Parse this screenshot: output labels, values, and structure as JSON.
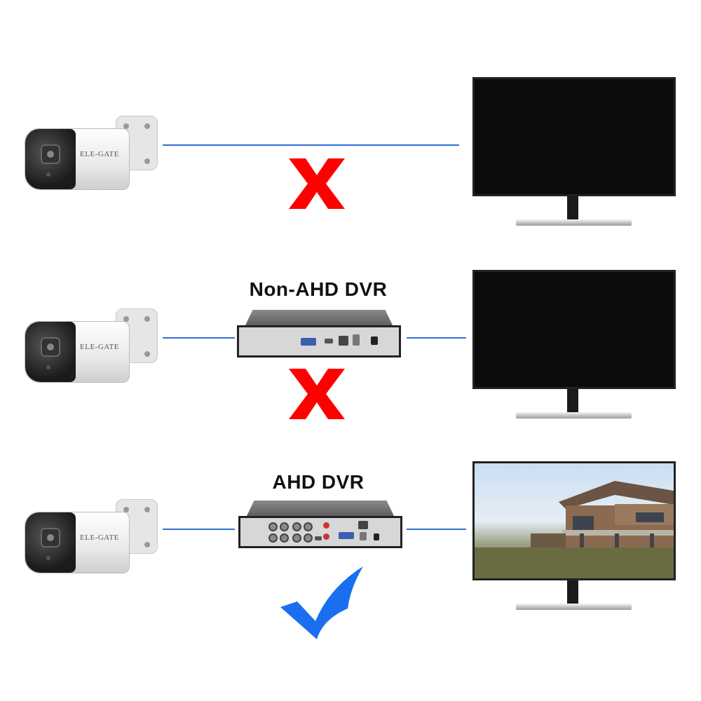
{
  "camera_brand": "ELE-GATE",
  "rows": [
    {
      "dvr_label": null,
      "result": "x-mark",
      "status_color": "#ff0000"
    },
    {
      "dvr_label": "Non-AHD DVR",
      "result": "x-mark",
      "status_color": "#ff0000"
    },
    {
      "dvr_label": "AHD DVR",
      "result": "check-mark",
      "status_color": "#1a6ef0"
    }
  ],
  "colors": {
    "cable": "#2f6fd6",
    "cross": "#ff0000",
    "check": "#1a6ef0"
  }
}
